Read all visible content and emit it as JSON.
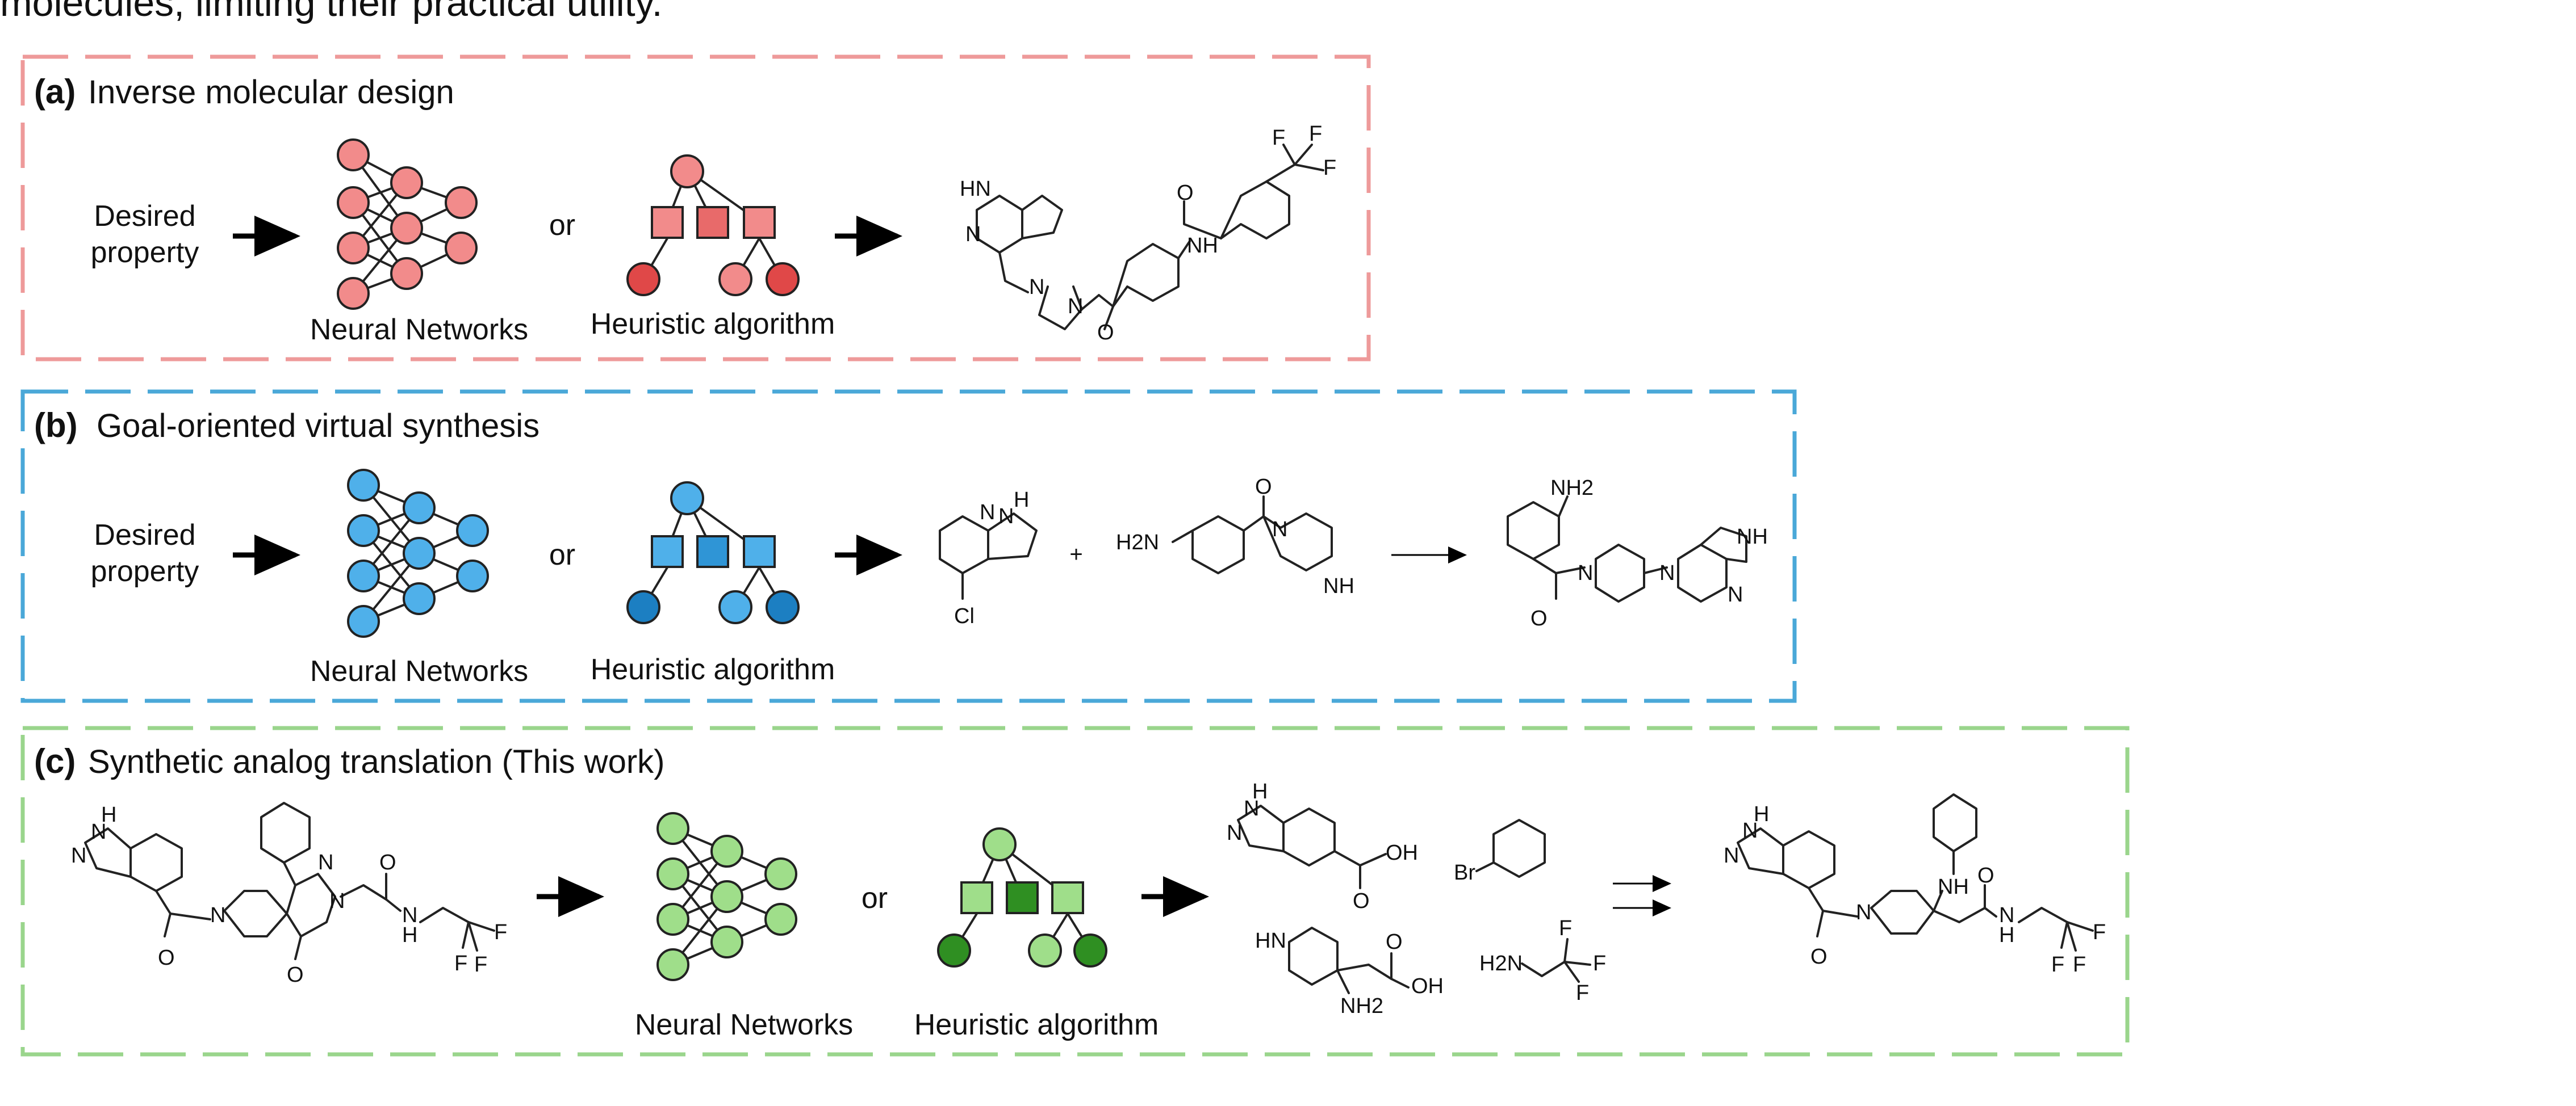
{
  "top_text": "molecules, limiting their practical utility.",
  "colors": {
    "panel_a_border": "#ee9a9a",
    "panel_b_border": "#4aa8d8",
    "panel_c_border": "#9ad58c",
    "red_light": "#f28b8b",
    "red_mid": "#e86a6a",
    "red_dark": "#e04848",
    "blue_light": "#4fb0ea",
    "blue_mid": "#2f95d6",
    "blue_dark": "#1c7fc2",
    "green_light": "#9fde8a",
    "green_mid": "#4fae3c",
    "green_dark": "#2f8f22"
  },
  "panels": [
    {
      "id": "a",
      "label": "(a)",
      "title": "Inverse molecular design",
      "input": [
        "Desired",
        "property"
      ],
      "nn_label": "Neural Networks",
      "or": "or",
      "heuristic_label": "Heuristic algorithm",
      "molecule_labels": {
        "hn": "HN",
        "n_pyridine": "N",
        "n_ring1": "N",
        "n_ring2": "N",
        "o_amide1": "O",
        "o_amide2": "O",
        "nh": "NH",
        "f1": "F",
        "f2": "F",
        "f3": "F"
      }
    },
    {
      "id": "b",
      "label": "(b)",
      "title": "Goal-oriented virtual synthesis",
      "input": [
        "Desired",
        "property"
      ],
      "nn_label": "Neural Networks",
      "or": "or",
      "heuristic_label": "Heuristic algorithm",
      "plus": "+",
      "reactant1_labels": {
        "h": "H",
        "n1": "N",
        "n2": "N",
        "cl": "Cl"
      },
      "reactant2_labels": {
        "h2n": "H2N",
        "o": "O",
        "n": "N",
        "nh": "NH"
      },
      "product_labels": {
        "nh2": "NH2",
        "o": "O",
        "n1": "N",
        "n2": "N",
        "nh": "NH",
        "n3": "N"
      }
    },
    {
      "id": "c",
      "label": "(c)",
      "title": "Synthetic analog translation (This work)",
      "nn_label": "Neural Networks",
      "or": "or",
      "heuristic_label": "Heuristic algorithm",
      "input_labels": {
        "h": "H",
        "n_ind": "N",
        "n_ind2": "N",
        "o1": "O",
        "n_pip": "N",
        "n_sp1": "N",
        "n_sp2": "N",
        "o2": "O",
        "o3": "O",
        "nh": "H",
        "n_am": "N",
        "f1": "F",
        "f2": "F",
        "f3": "F"
      },
      "bb_labels": {
        "indazole": {
          "h": "H",
          "n1": "N",
          "n2": "N",
          "o": "O",
          "oh": "OH"
        },
        "bromobenzene": {
          "br": "Br"
        },
        "piperidine": {
          "hn": "HN",
          "nh2": "NH2",
          "o": "O",
          "oh": "OH"
        },
        "amine": {
          "h2n": "H2N",
          "f1": "F",
          "f2": "F",
          "f3": "F"
        }
      },
      "product_labels": {
        "h": "H",
        "n1": "N",
        "n2": "N",
        "o1": "O",
        "n_pip": "N",
        "nh_an": "NH",
        "o2": "O",
        "nh": "N",
        "h2": "H",
        "f1": "F",
        "f2": "F",
        "f3": "F"
      }
    }
  ]
}
